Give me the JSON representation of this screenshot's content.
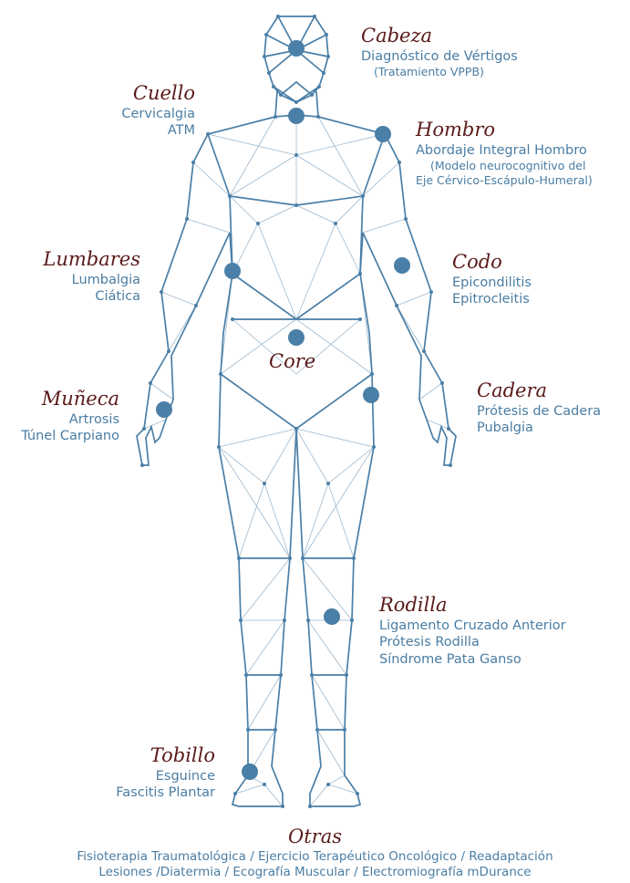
{
  "colors": {
    "title": "#5a1a1a",
    "text": "#4a7da3",
    "figure": "#4a7fa7",
    "figure_thin": "#9db9cf"
  },
  "regions": {
    "cabeza": {
      "title": "Cabeza",
      "items": [
        "Diagnóstico de Vértigos",
        "(Tratamiento VPPB)"
      ]
    },
    "cuello": {
      "title": "Cuello",
      "items": [
        "Cervicalgia",
        "ATM"
      ]
    },
    "hombro": {
      "title": "Hombro",
      "items": [
        "Abordaje Integral Hombro",
        "(Modelo neurocognitivo del",
        "Eje Cérvico-Escápulo-Humeral)"
      ]
    },
    "lumbares": {
      "title": "Lumbares",
      "items": [
        "Lumbalgia",
        "Ciática"
      ]
    },
    "codo": {
      "title": "Codo",
      "items": [
        "Epicondilitis",
        "Epitrocleitis"
      ]
    },
    "core": {
      "title": "Core"
    },
    "muneca": {
      "title": "Muñeca",
      "items": [
        "Artrosis",
        "Túnel Carpiano"
      ]
    },
    "cadera": {
      "title": "Cadera",
      "items": [
        "Prótesis de Cadera",
        "Pubalgia"
      ]
    },
    "rodilla": {
      "title": "Rodilla",
      "items": [
        "Ligamento Cruzado Anterior",
        "Prótesis Rodilla",
        "Síndrome Pata Ganso"
      ]
    },
    "tobillo": {
      "title": "Tobillo",
      "items": [
        "Esguince",
        "Fascitis Plantar"
      ]
    },
    "otras": {
      "title": "Otras",
      "items": [
        "Fisioterapia Traumatológica / Ejercicio Terapéutico Oncológico / Readaptación",
        "Lesiones /Diatermia / Ecografía Muscular / Electromiografía mDurance"
      ]
    }
  }
}
